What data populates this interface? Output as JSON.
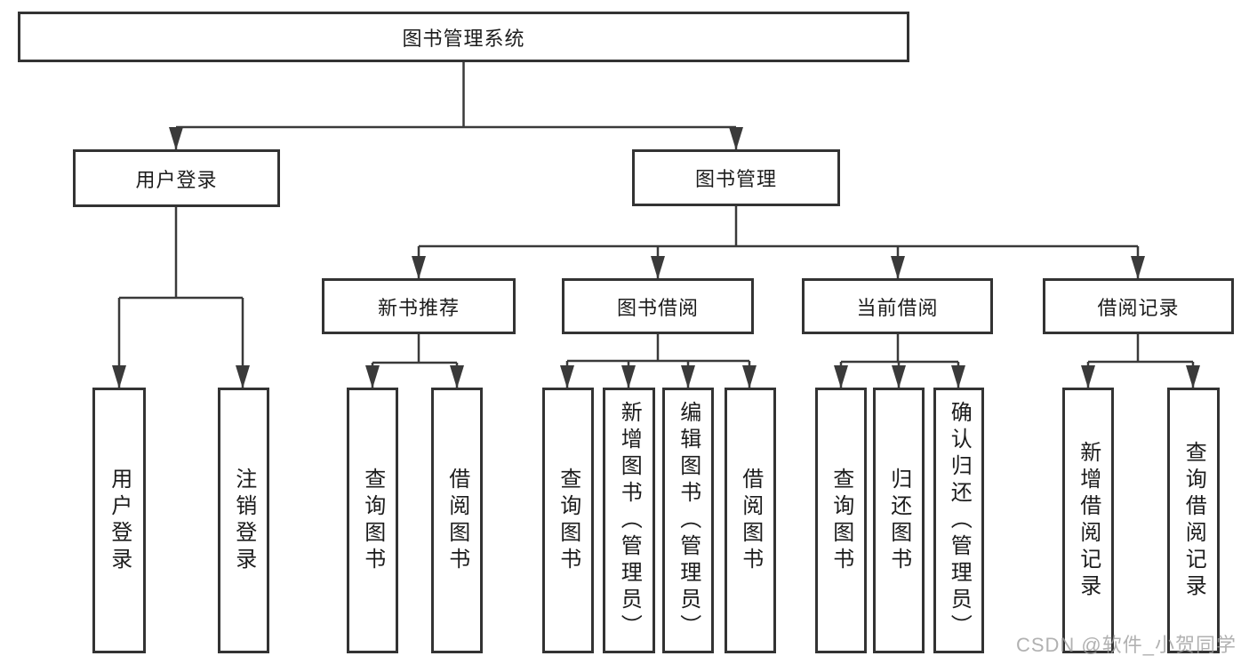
{
  "diagram_title": "图书管理系统",
  "tree": {
    "root": "图书管理系统",
    "children": [
      {
        "label": "用户登录",
        "children": [
          "用户登录",
          "注销登录"
        ]
      },
      {
        "label": "图书管理",
        "children": [
          {
            "label": "新书推荐",
            "children": [
              "查询图书",
              "借阅图书"
            ]
          },
          {
            "label": "图书借阅",
            "children": [
              "查询图书",
              "新增图书（管理员）",
              "编辑图书（管理员）",
              "借阅图书"
            ]
          },
          {
            "label": "当前借阅",
            "children": [
              "查询图书",
              "归还图书",
              "确认归还（管理员）"
            ]
          },
          {
            "label": "借阅记录",
            "children": [
              "新增借阅记录",
              "查询借阅记录"
            ]
          }
        ]
      }
    ]
  },
  "watermark": {
    "text": "CSDN @软件_小贺同学"
  },
  "colors": {
    "line": "#3a3a3a",
    "box_border": "#333333",
    "text": "#1c1c1c",
    "watermark": "#9e9e9e",
    "background": "#ffffff"
  }
}
